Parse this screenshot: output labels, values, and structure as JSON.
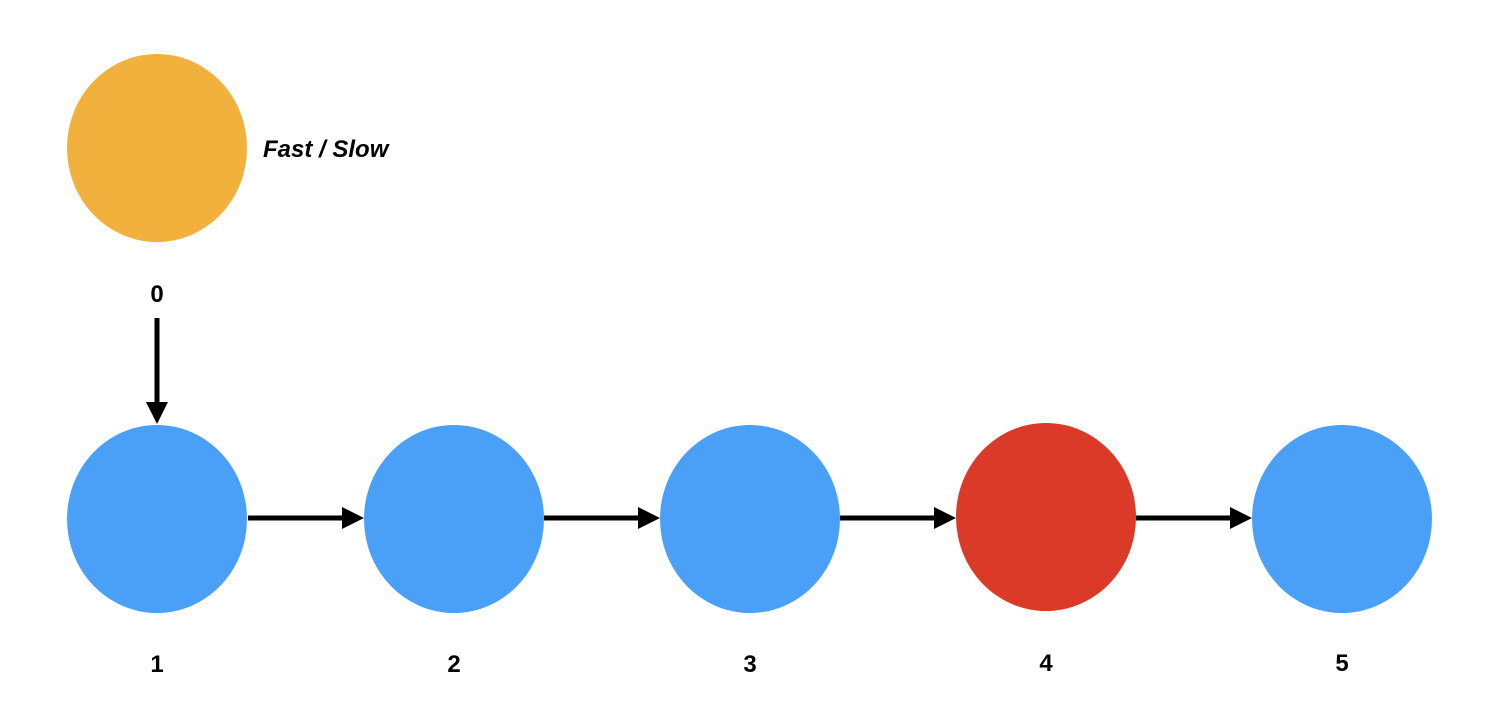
{
  "colors": {
    "pointer_node": "#F2B03D",
    "list_node": "#4AA0F7",
    "highlight_node": "#DA3A27",
    "arrow": "#000000"
  },
  "pointer": {
    "label": "Fast / Slow",
    "index": "0"
  },
  "nodes": [
    {
      "index": "1",
      "highlighted": false
    },
    {
      "index": "2",
      "highlighted": false
    },
    {
      "index": "3",
      "highlighted": false
    },
    {
      "index": "4",
      "highlighted": true
    },
    {
      "index": "5",
      "highlighted": false
    }
  ]
}
